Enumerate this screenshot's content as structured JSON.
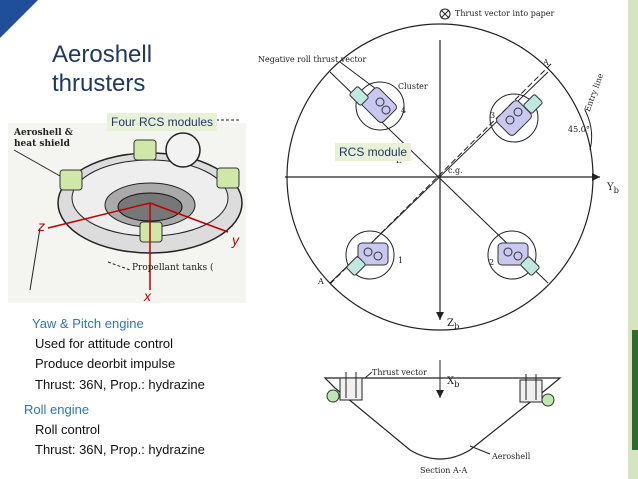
{
  "title_line1": "Aeroshell",
  "title_line2": "thrusters",
  "callouts": {
    "four_rcs": "Four RCS modules",
    "rcs_module": "RCS module"
  },
  "axes3d": {
    "z": "z",
    "y": "y",
    "x": "x"
  },
  "yaw_pitch": {
    "heading": "Yaw & Pitch engine",
    "line1": "Used for attitude control",
    "line2": "Produce deorbit impulse",
    "line3": "Thrust: 36N, Prop.: hydrazine"
  },
  "roll": {
    "heading": "Roll engine",
    "line1": "Roll control",
    "line2": "Thrust: 36N, Prop.: hydrazine"
  },
  "drawing_labels": {
    "left_a": "Aeroshell &",
    "left_b": "heat shield",
    "propellant": "Propellant tanks (",
    "thrust_into_paper": "Thrust vector into paper",
    "neg_roll": "Negative roll thrust vector",
    "cluster": "Cluster",
    "entry_line": "Entry line",
    "angle": "45.0°",
    "cg": "c.g.",
    "yb": "Y",
    "yb_sub": "b",
    "zb": "Z",
    "zb_sub": "b",
    "xb": "X",
    "xb_sub": "b",
    "thrust_vector": "Thrust vector",
    "aeroshell": "Aeroshell",
    "section": "Section A-A",
    "A_top": "A",
    "A_bottom": "A",
    "L": "L",
    "n1": "1",
    "n2": "2",
    "n3": "3",
    "n4": "4"
  }
}
